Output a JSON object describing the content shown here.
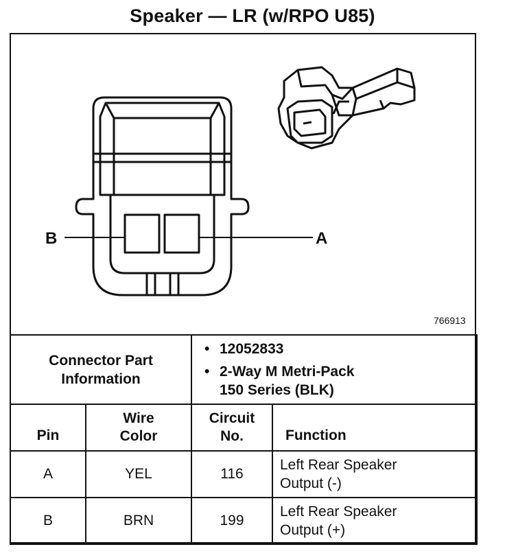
{
  "title": "Speaker — LR (w/RPO U85)",
  "diagram": {
    "figure_number": "766913",
    "pin_labels": {
      "left": "B",
      "right": "A"
    }
  },
  "connector_part_info": {
    "label_line1": "Connector Part",
    "label_line2": "Information",
    "bullet": "•",
    "items": [
      {
        "line1": "12052833",
        "line2": ""
      },
      {
        "line1": "2-Way M Metri-Pack",
        "line2": "150 Series (BLK)"
      }
    ]
  },
  "pin_table": {
    "headers": {
      "pin": "Pin",
      "wire_color_line1": "Wire",
      "wire_color_line2": "Color",
      "circuit_line1": "Circuit",
      "circuit_line2": "No.",
      "function": "Function"
    },
    "rows": [
      {
        "pin": "A",
        "wire_color": "YEL",
        "circuit": "116",
        "function_line1": "Left Rear Speaker",
        "function_line2": "Output (-)"
      },
      {
        "pin": "B",
        "wire_color": "BRN",
        "circuit": "199",
        "function_line1": "Left Rear Speaker",
        "function_line2": "Output (+)"
      }
    ]
  }
}
